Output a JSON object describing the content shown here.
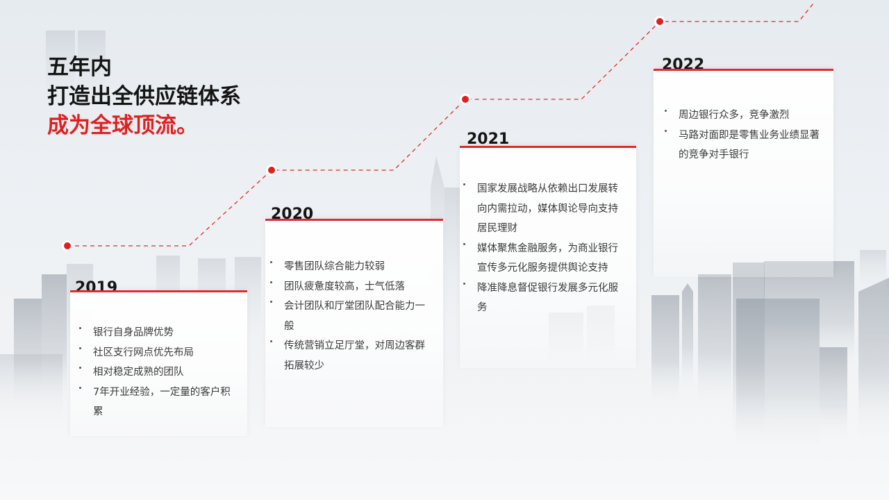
{
  "headline": {
    "line1": "五年内",
    "line2": "打造出全供应链体系",
    "line3": "成为全球顶流。"
  },
  "colors": {
    "accent": "#e0201f",
    "text": "#141414"
  },
  "timeline": [
    {
      "year": "2019",
      "items": [
        "银行自身品牌优势",
        "社区支行网点优先布局",
        "相对稳定成熟的团队",
        "7年开业经验，一定量的客户积累"
      ]
    },
    {
      "year": "2020",
      "items": [
        "零售团队综合能力较弱",
        "团队疲惫度较高，士气低落",
        "会计团队和厅堂团队配合能力一般",
        "传统营销立足厅堂，对周边客群拓展较少"
      ]
    },
    {
      "year": "2021",
      "items": [
        "国家发展战略从依赖出口发展转向内需拉动，媒体舆论导向支持居民理财",
        "媒体聚焦金融服务，为商业银行宣传多元化服务提供舆论支持",
        "降准降息督促银行发展多元化服务"
      ]
    },
    {
      "year": "2022",
      "items": [
        "周边银行众多，竞争激烈",
        "马路对面即是零售业务业绩显著的竞争对手银行"
      ]
    }
  ]
}
